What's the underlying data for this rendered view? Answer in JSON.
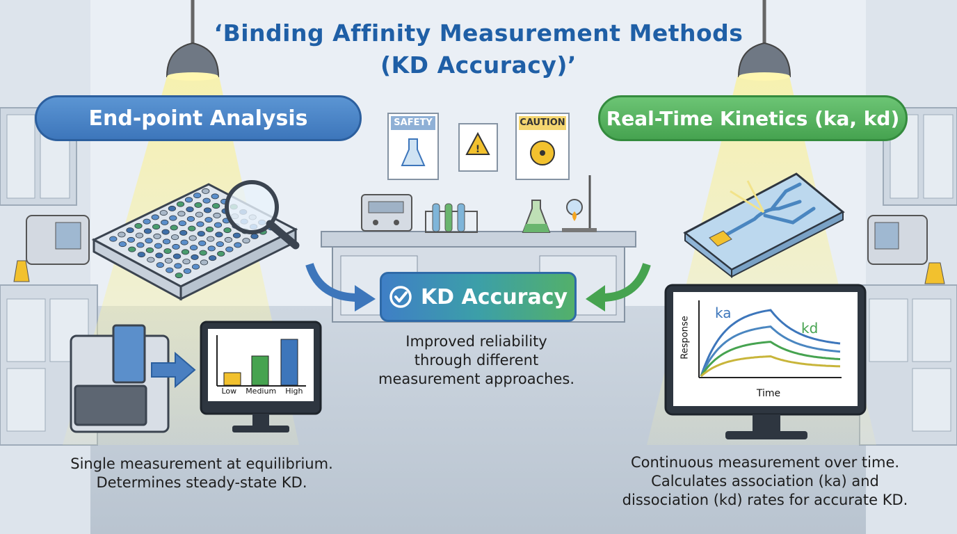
{
  "title_line1": "‘Binding Affinity Measurement Methods",
  "title_line2": "(KD Accuracy)’",
  "left_panel": {
    "label": "End-point Analysis",
    "caption_line1": "Single measurement at equilibrium.",
    "caption_line2": "Determines steady-state KD.",
    "chart_levels": [
      "Low",
      "Medium",
      "High"
    ]
  },
  "right_panel": {
    "label": "Real-Time Kinetics (ka, kd)",
    "caption_line1": "Continuous measurement over time.",
    "caption_line2": "Calculates association (ka) and",
    "caption_line3": "dissociation (kd) rates for accurate KD.",
    "graph": {
      "ylabel": "Response",
      "xlabel": "Time",
      "ka_label": "ka",
      "kd_label": "kd"
    }
  },
  "center": {
    "button_label": "KD Accuracy",
    "caption_line1": "Improved reliability",
    "caption_line2": "through different",
    "caption_line3": "measurement approaches."
  },
  "signs": {
    "safety": "SAFETY",
    "caution": "CAUTION"
  },
  "colors": {
    "blue": "#3d76bb",
    "green": "#46a350",
    "title": "#1f5fa6"
  }
}
